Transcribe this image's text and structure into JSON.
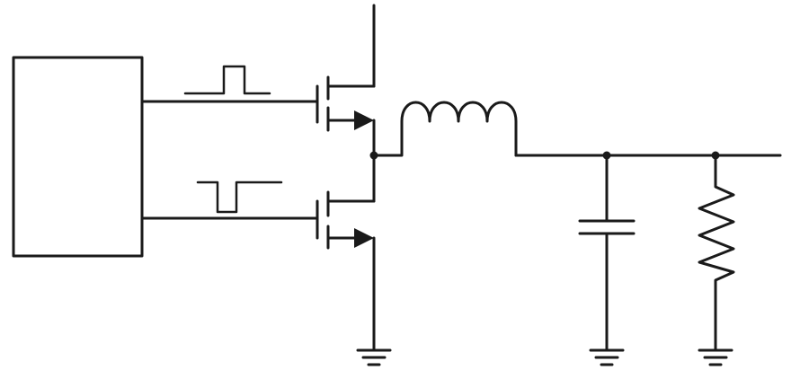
{
  "diagram": {
    "kind": "synchronous buck converter schematic",
    "wire_color": "#1a1a1a",
    "background_color": "#ffffff",
    "components": [
      {
        "id": "controller",
        "type": "block"
      },
      {
        "id": "high-side-gate-signal",
        "type": "pulse",
        "polarity": "positive"
      },
      {
        "id": "low-side-gate-signal",
        "type": "pulse",
        "polarity": "negative"
      },
      {
        "id": "high-side-mosfet",
        "type": "n-channel mosfet"
      },
      {
        "id": "low-side-mosfet",
        "type": "n-channel mosfet"
      },
      {
        "id": "inductor",
        "type": "inductor",
        "turns": 4
      },
      {
        "id": "output-capacitor",
        "type": "capacitor"
      },
      {
        "id": "load-resistor",
        "type": "resistor"
      },
      {
        "id": "ground-mosfet",
        "type": "ground"
      },
      {
        "id": "ground-capacitor",
        "type": "ground"
      },
      {
        "id": "ground-resistor",
        "type": "ground"
      }
    ]
  }
}
